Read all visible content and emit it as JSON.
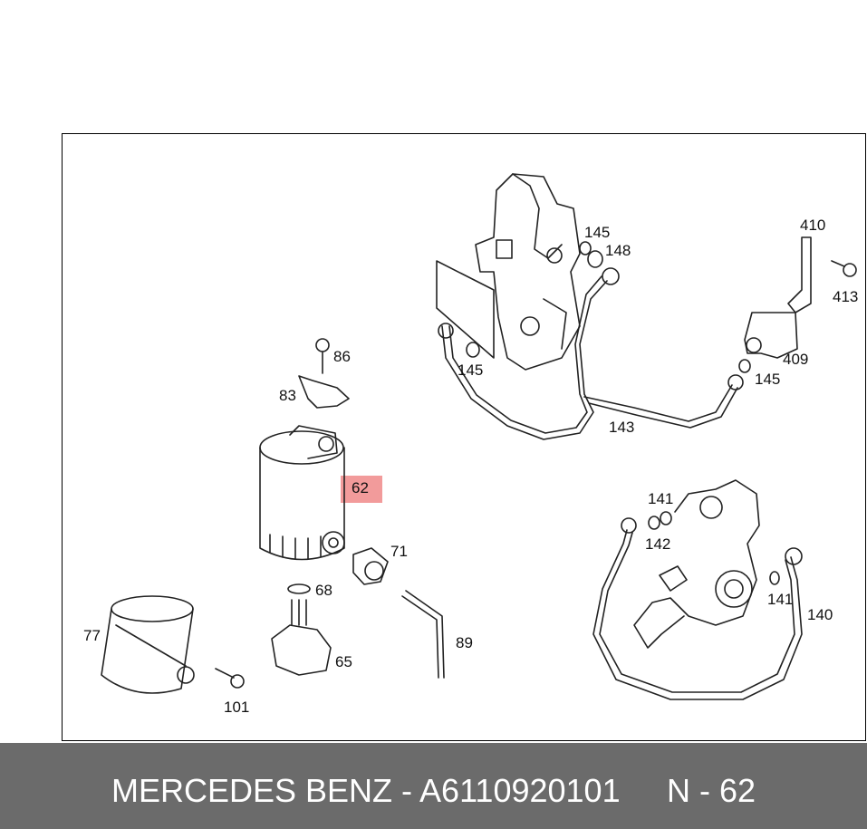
{
  "colors": {
    "highlight": "#f29b9b",
    "footer_bg": "#6b6b6b",
    "footer_text": "#ffffff",
    "line": "#222222"
  },
  "parts": {
    "p62": "62",
    "p86": "86",
    "p83": "83",
    "p145a": "145",
    "p148": "148",
    "p410": "410",
    "p413": "413",
    "p145b": "145",
    "p409": "409",
    "p145c": "145",
    "p143": "143",
    "p141a": "141",
    "p142": "142",
    "p71": "71",
    "p68": "68",
    "p77": "77",
    "p65": "65",
    "p89": "89",
    "p101": "101",
    "p141b": "141",
    "p140": "140"
  },
  "footer": {
    "title": "MERCEDES BENZ - A6110920101",
    "ref": "N - 62"
  }
}
